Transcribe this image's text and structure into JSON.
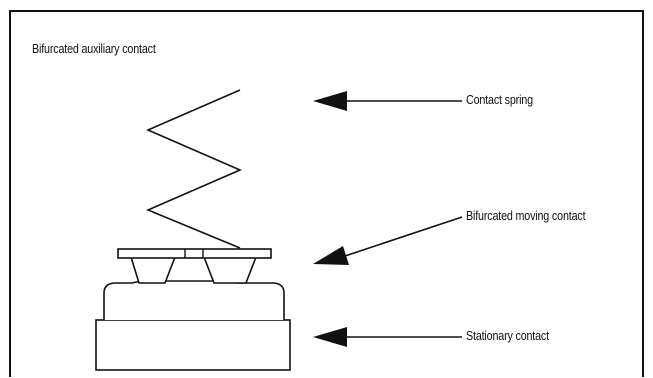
{
  "diagram": {
    "title": "Bifurcated auxiliary contact",
    "labels": {
      "contact_spring": "Contact spring",
      "moving_contact": "Bifurcated moving contact",
      "stationary_contact": "Stationary contact"
    },
    "colors": {
      "stroke": "#111111",
      "background": "#ffffff"
    }
  }
}
